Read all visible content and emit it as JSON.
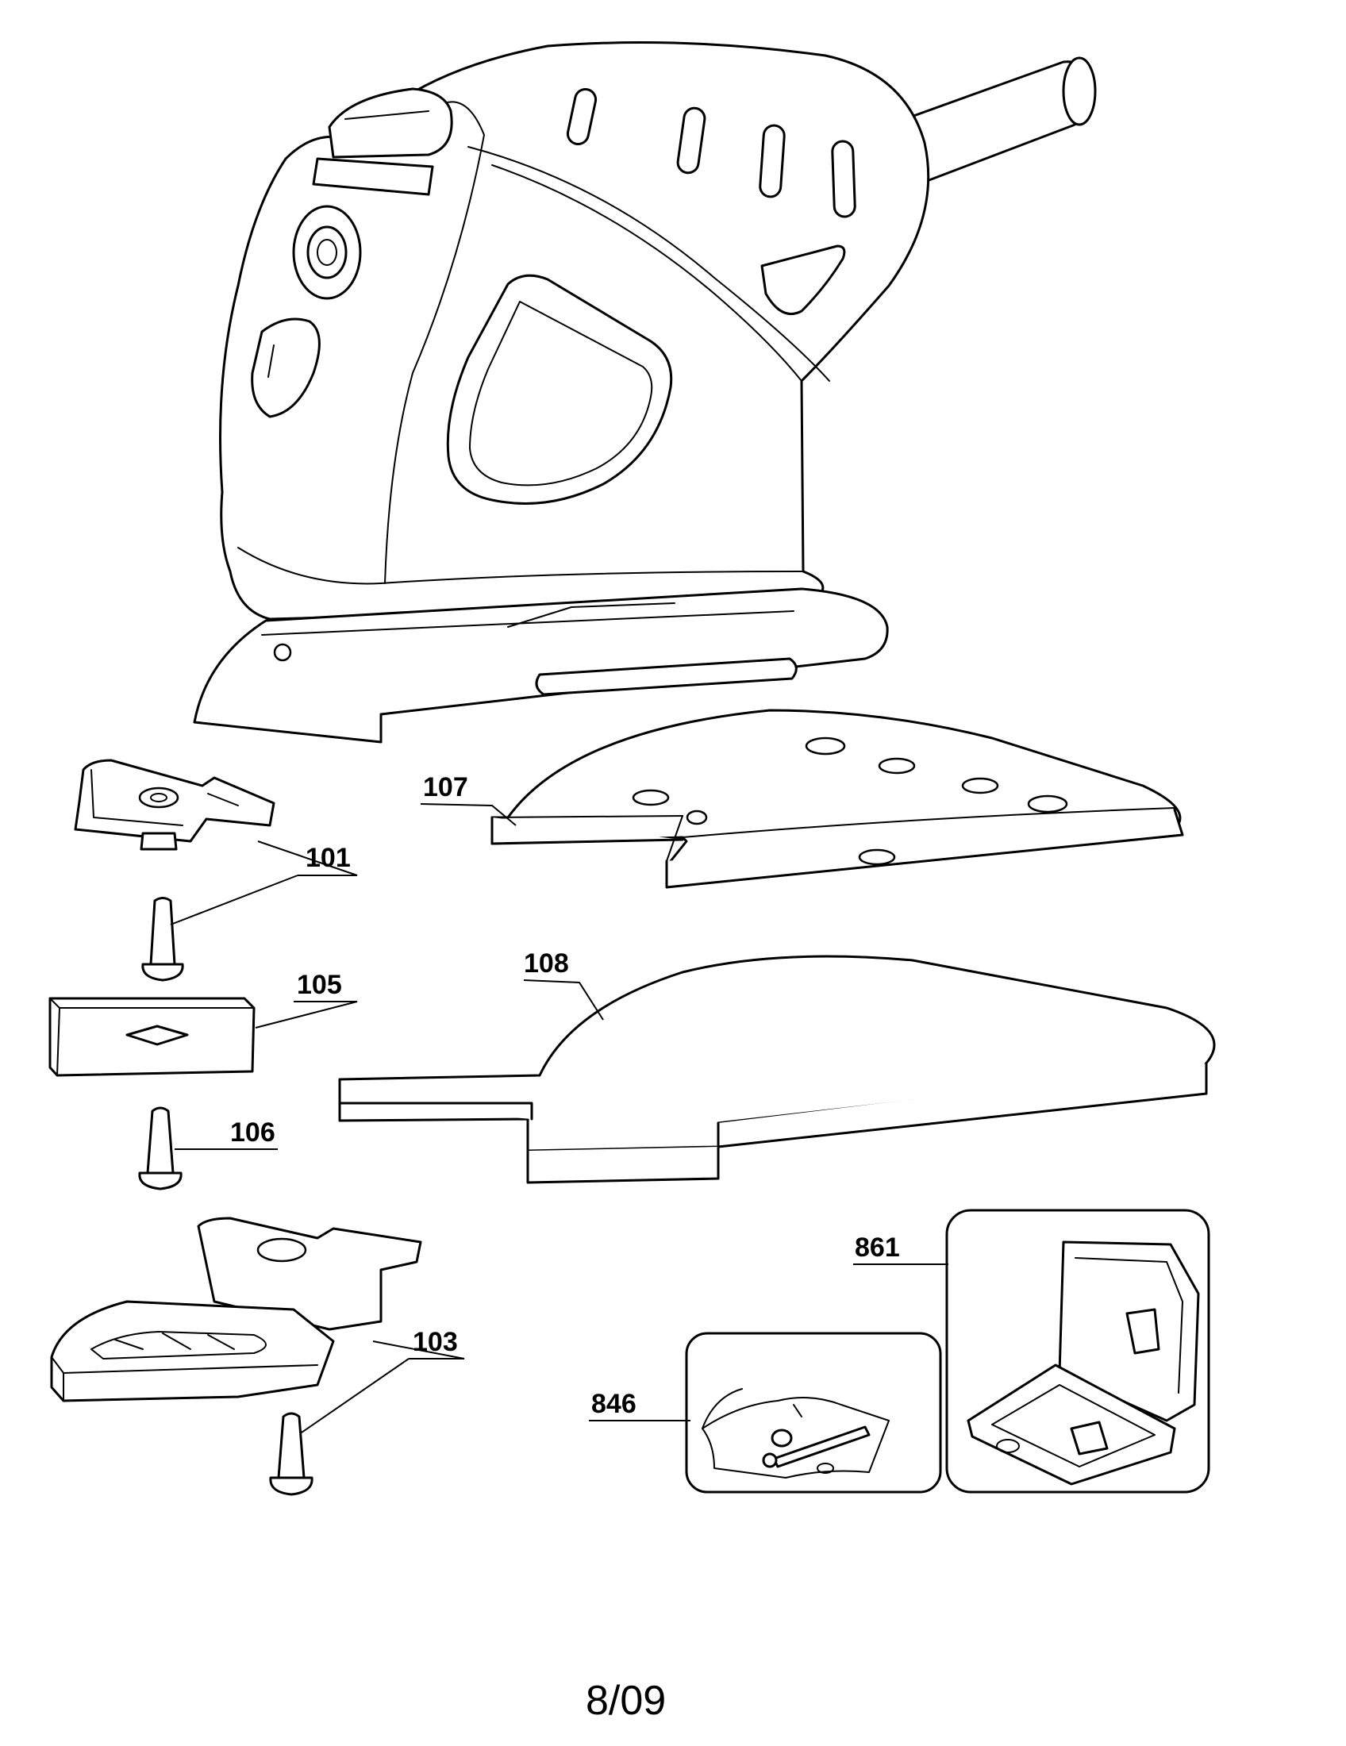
{
  "callouts": {
    "p101": "101",
    "p103": "103",
    "p105": "105",
    "p106": "106",
    "p107": "107",
    "p108": "108",
    "p846": "846",
    "p861": "861"
  },
  "footer": {
    "page_code": "8/09"
  }
}
